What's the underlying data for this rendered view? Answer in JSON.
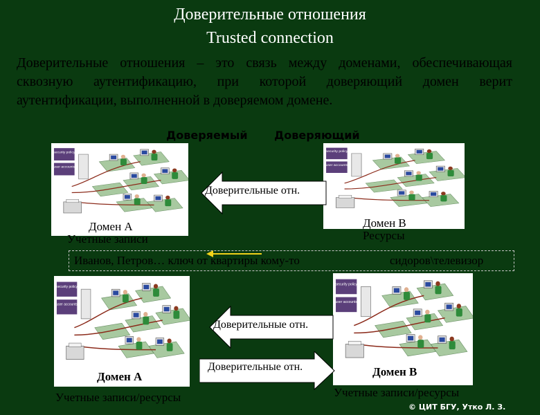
{
  "title_ru": "Доверительные отношения",
  "title_en": "Trusted connection",
  "paragraph": "Доверительные отношения – это связь между доменами, обеспечивающая сквозную аутентификацию, при которой доверяющий домен верит аутентификации, выполненной в доверяемом домене.",
  "label_trusted": "Доверяемый",
  "label_trusting": "Доверяющий",
  "trust_arrow_text": "Доверительные отн.",
  "top": {
    "domain_a": "Домен А",
    "accounts": "Учетные записи",
    "domain_b": "Домен В",
    "resources": "Ресурсы"
  },
  "example": {
    "left": "Иванов, Петров…  ключ от квартиры  кому-то",
    "right": "сидоров\\телевизор"
  },
  "bottom": {
    "domain_a": "Домен А",
    "domain_b": "Домен В",
    "accounts_resources_a": "Учетные записи/ресурсы",
    "accounts_resources_b": "Учетные записи/ресурсы"
  },
  "panel_labels": {
    "policy": "security policy",
    "accounts": "user accounts"
  },
  "credit": "© ЦИТ БГУ, Утко Л. З."
}
